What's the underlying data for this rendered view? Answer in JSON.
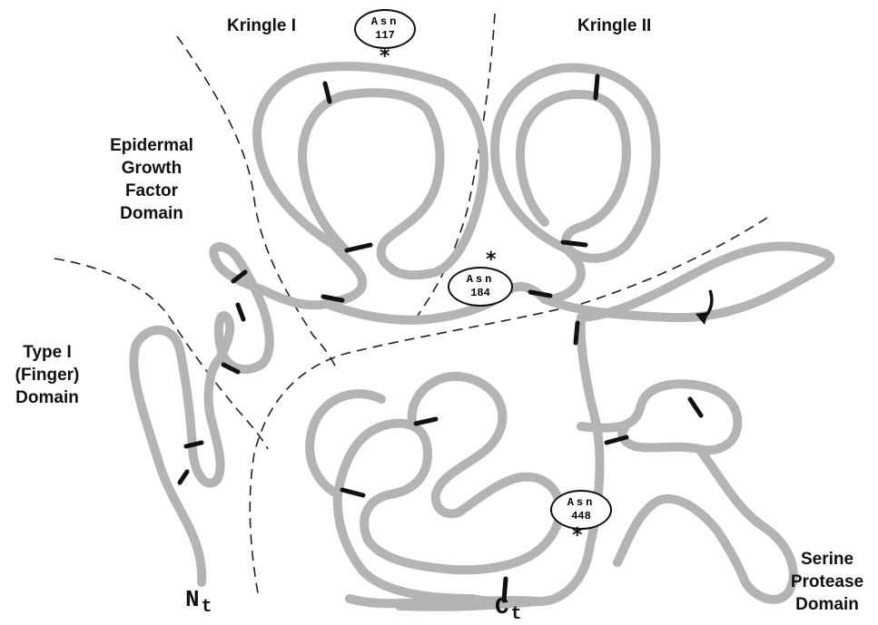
{
  "domains": {
    "kringle1": "Kringle I",
    "kringle2": "Kringle II",
    "egf": [
      "Epidermal",
      "Growth",
      "Factor",
      "Domain"
    ],
    "finger": [
      "Type I",
      "(Finger)",
      "Domain"
    ],
    "protease": [
      "Serine",
      "Protease",
      "Domain"
    ]
  },
  "glycosylation_sites": [
    {
      "label": "Asn",
      "number": "117"
    },
    {
      "label": "Asn",
      "number": "184"
    },
    {
      "label": "Asn",
      "number": "448"
    }
  ],
  "asterisk": "*",
  "termini": {
    "n_main": "N",
    "n_sub": "t",
    "c_main": "C",
    "c_sub": "t"
  },
  "colors": {
    "chain": "#b4b4b4",
    "disulfide": "#111111"
  }
}
